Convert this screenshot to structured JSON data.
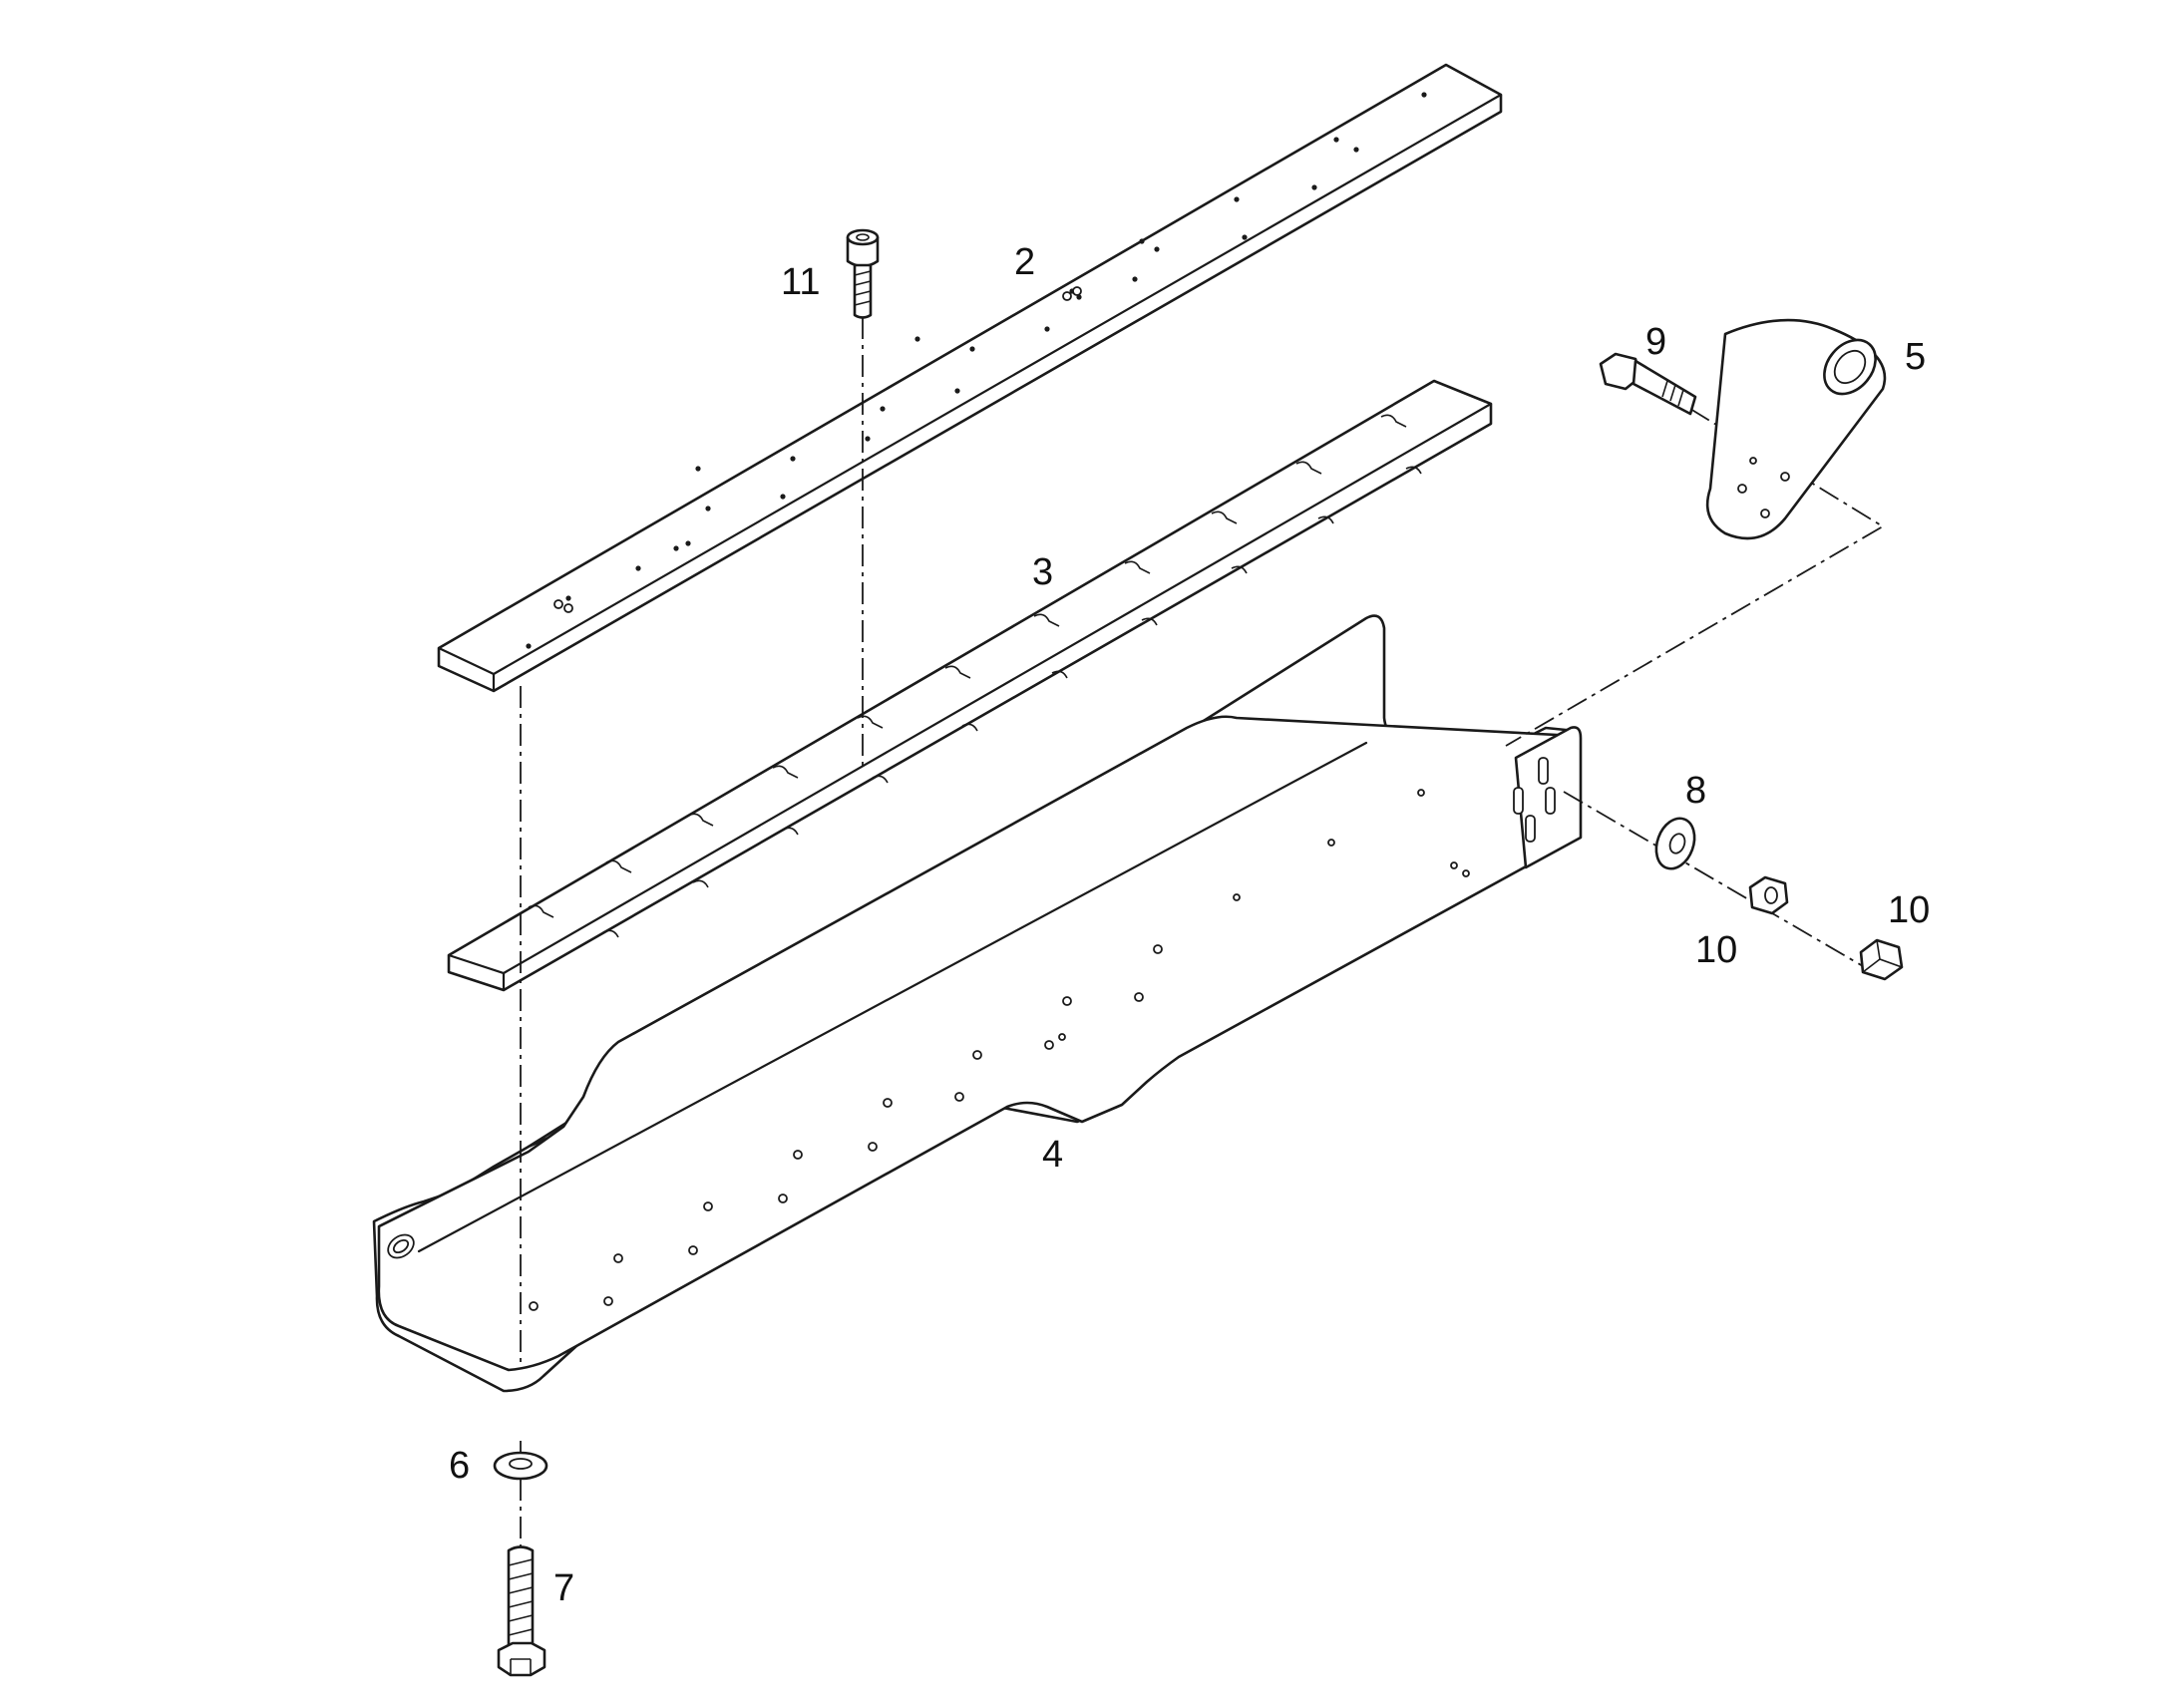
{
  "parts": [
    {
      "id": "label-2",
      "text": "2"
    },
    {
      "id": "label-3",
      "text": "3"
    },
    {
      "id": "label-4",
      "text": "4"
    },
    {
      "id": "label-5",
      "text": "5"
    },
    {
      "id": "label-6",
      "text": "6"
    },
    {
      "id": "label-7",
      "text": "7"
    },
    {
      "id": "label-8",
      "text": "8"
    },
    {
      "id": "label-9",
      "text": "9"
    },
    {
      "id": "label-10a",
      "text": "10"
    },
    {
      "id": "label-10b",
      "text": "10"
    },
    {
      "id": "label-11",
      "text": "11"
    }
  ],
  "colors": {
    "line": "#1a1a1a",
    "background": "#ffffff"
  }
}
